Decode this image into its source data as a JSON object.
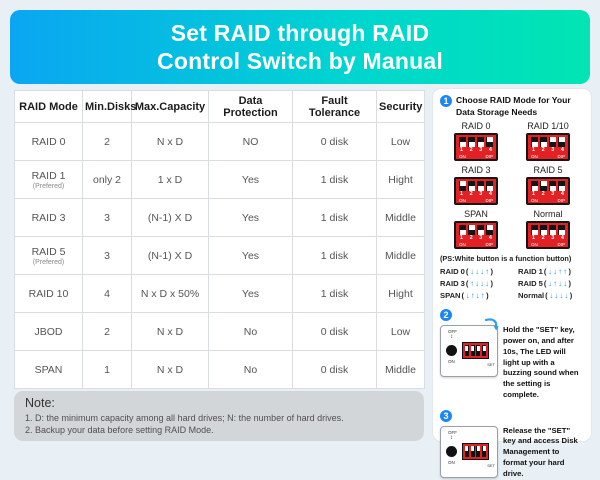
{
  "header": {
    "title_line1": "Set RAID through RAID",
    "title_line2": "Control Switch by Manual"
  },
  "table": {
    "columns": [
      "RAID Mode",
      "Min.Disks",
      "Max.Capacity",
      "Data Protection",
      "Fault Tolerance",
      "Security"
    ],
    "rows": [
      {
        "mode": "RAID 0",
        "mode_note": "",
        "cells": [
          "2",
          "N x D",
          "NO",
          "0 disk",
          "Low"
        ]
      },
      {
        "mode": "RAID 1",
        "mode_note": "(Prefered)",
        "cells": [
          "only 2",
          "1 x D",
          "Yes",
          "1 disk",
          "Hight"
        ]
      },
      {
        "mode": "RAID 3",
        "mode_note": "",
        "cells": [
          "3",
          "(N-1) X D",
          "Yes",
          "1 disk",
          "Middle"
        ]
      },
      {
        "mode": "RAID 5",
        "mode_note": "(Prefered)",
        "cells": [
          "3",
          "(N-1) X D",
          "Yes",
          "1 disk",
          "Middle"
        ]
      },
      {
        "mode": "RAID 10",
        "mode_note": "",
        "cells": [
          "4",
          "N x D x 50%",
          "Yes",
          "1 disk",
          "Hight"
        ]
      },
      {
        "mode": "JBOD",
        "mode_note": "",
        "cells": [
          "2",
          "N x D",
          "No",
          "0 disk",
          "Low"
        ]
      },
      {
        "mode": "SPAN",
        "mode_note": "",
        "cells": [
          "1",
          "N x D",
          "No",
          "0 disk",
          "Middle"
        ]
      }
    ]
  },
  "note": {
    "title": "Note:",
    "lines": [
      "1. D: the minimum capacity among all hard drives; N: the number of hard drives.",
      "2. Backup your data before setting RAID Mode."
    ]
  },
  "sidebar": {
    "step1": {
      "number": "1",
      "text": "Choose RAID Mode for Your Data Storage Needs"
    },
    "dip_numbers": [
      "1",
      "2",
      "3",
      "4"
    ],
    "dip_on": "ON",
    "dip_dip": "DIP",
    "dip_blocks": [
      {
        "label": "RAID 0",
        "switches": [
          "down",
          "down",
          "down",
          "up"
        ]
      },
      {
        "label": "RAID 1/10",
        "switches": [
          "down",
          "down",
          "up",
          "up"
        ]
      },
      {
        "label": "RAID 3",
        "switches": [
          "up",
          "down",
          "down",
          "down"
        ]
      },
      {
        "label": "RAID 5",
        "switches": [
          "down",
          "up",
          "down",
          "down"
        ]
      },
      {
        "label": "SPAN",
        "switches": [
          "down",
          "up",
          "down",
          "up"
        ]
      },
      {
        "label": "Normal",
        "switches": [
          "down",
          "down",
          "down",
          "down"
        ]
      }
    ],
    "ps_note": "(PS:White button is a function button)",
    "legend": [
      {
        "label": "RAID 0",
        "arrows": [
          "down",
          "down",
          "down",
          "up"
        ]
      },
      {
        "label": "RAID 1",
        "arrows": [
          "down",
          "down",
          "up",
          "up"
        ]
      },
      {
        "label": "RAID 3",
        "arrows": [
          "up",
          "down",
          "down",
          "down"
        ]
      },
      {
        "label": "RAID 5",
        "arrows": [
          "down",
          "up",
          "down",
          "down"
        ]
      },
      {
        "label": "SPAN",
        "arrows": [
          "down",
          "up",
          "down",
          "up"
        ]
      },
      {
        "label": "Normal",
        "arrows": [
          "down",
          "down",
          "down",
          "down"
        ]
      }
    ],
    "step2": {
      "number": "2",
      "text": "Hold the \"SET\" key, power on, and after 10s, The LED will light up with a buzzing sound when the setting is complete."
    },
    "step3": {
      "number": "3",
      "text": "Release the \"SET\" key and access Disk Management to format your hard drive."
    },
    "panel": {
      "off": "OFF",
      "on": "ON",
      "set": "SET"
    }
  },
  "colors": {
    "banner_gradient_start": "#0aa6f2",
    "banner_gradient_end": "#01e5b2",
    "step_circle_blue": "#1d86f5",
    "dip_red": "#e32124",
    "legend_arrow_blue": "#2f9df0",
    "note_gray": "#d3d6d9"
  }
}
